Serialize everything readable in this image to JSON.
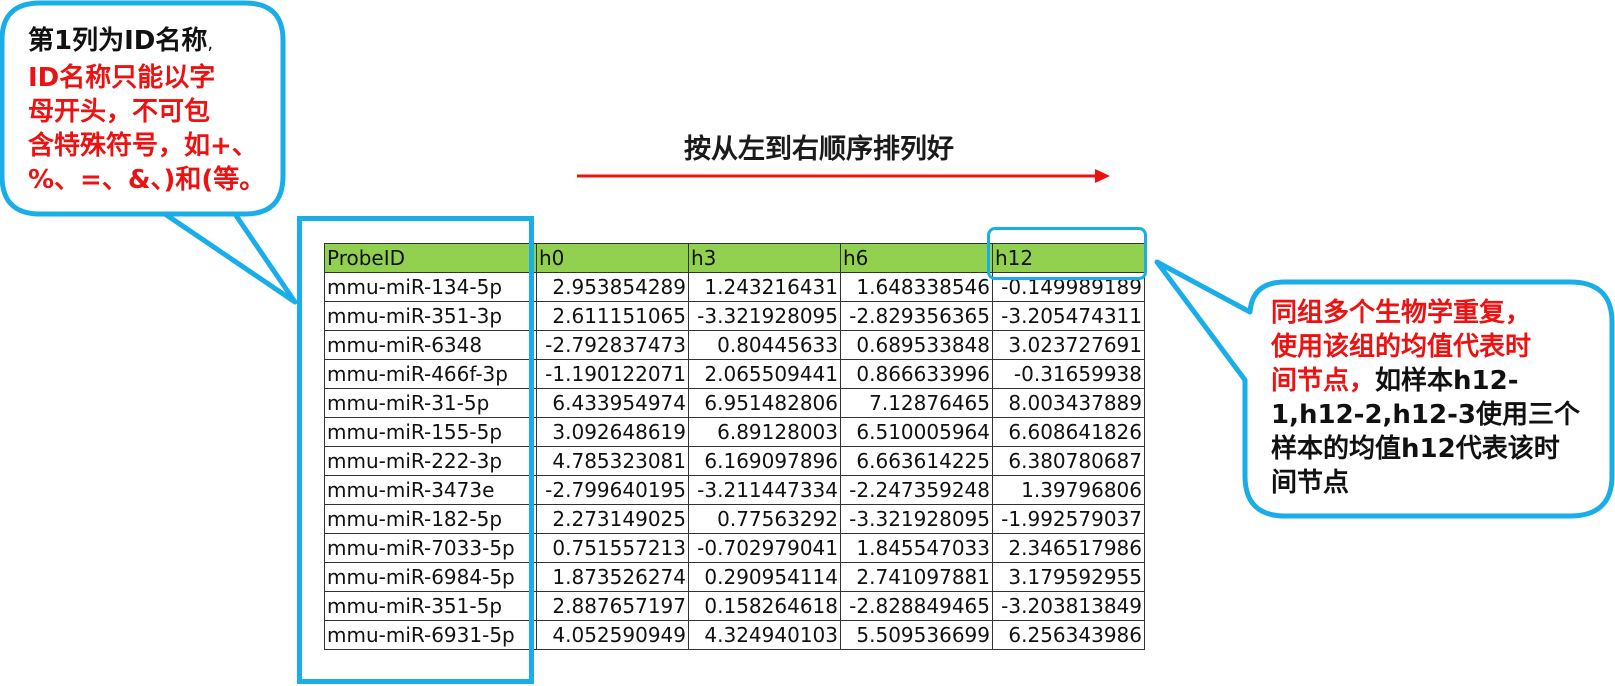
{
  "left_note": {
    "line1_black": "第1列为ID名称",
    "line1_sep": ",",
    "lines_red": [
      "ID名称只能以字",
      "母开头，不可包",
      "含特殊符号，如+、",
      "%、=、&、)和(等。"
    ]
  },
  "arrow_label": "按从左到右顺序排列好",
  "right_note": {
    "lines_red": [
      "同组多个生物学重复，",
      "使用该组的均值代表时"
    ],
    "line3_red": "间节点，",
    "line3_black": "如样本h12-",
    "lines_black": [
      "1,h12-2,h12-3使用三个",
      "样本的均值h12代表该时",
      "间节点"
    ]
  },
  "table": {
    "headers": [
      "ProbeID",
      "h0",
      "h3",
      "h6",
      "h12"
    ],
    "rows": [
      [
        "mmu-miR-134-5p",
        "2.953854289",
        "1.243216431",
        "1.648338546",
        "-0.149989189"
      ],
      [
        "mmu-miR-351-3p",
        "2.611151065",
        "-3.321928095",
        "-2.829356365",
        "-3.205474311"
      ],
      [
        "mmu-miR-6348",
        "-2.792837473",
        "0.80445633",
        "0.689533848",
        "3.023727691"
      ],
      [
        "mmu-miR-466f-3p",
        "-1.190122071",
        "2.065509441",
        "0.866633996",
        "-0.31659938"
      ],
      [
        "mmu-miR-31-5p",
        "6.433954974",
        "6.951482806",
        "7.12876465",
        "8.003437889"
      ],
      [
        "mmu-miR-155-5p",
        "3.092648619",
        "6.89128003",
        "6.510005964",
        "6.608641826"
      ],
      [
        "mmu-miR-222-3p",
        "4.785323081",
        "6.169097896",
        "6.663614225",
        "6.380780687"
      ],
      [
        "mmu-miR-3473e",
        "-2.799640195",
        "-3.211447334",
        "-2.247359248",
        "1.39796806"
      ],
      [
        "mmu-miR-182-5p",
        "2.273149025",
        "0.77563292",
        "-3.321928095",
        "-1.992579037"
      ],
      [
        "mmu-miR-7033-5p",
        "0.751557213",
        "-0.702979041",
        "1.845547033",
        "2.346517986"
      ],
      [
        "mmu-miR-6984-5p",
        "1.873526274",
        "0.290954114",
        "2.741097881",
        "3.179592955"
      ],
      [
        "mmu-miR-351-5p",
        "2.887657197",
        "0.158264618",
        "-2.828849465",
        "-3.203813849"
      ],
      [
        "mmu-miR-6931-5p",
        "4.052590949",
        "4.324940103",
        "5.509536699",
        "6.256343986"
      ]
    ]
  },
  "colors": {
    "callout_border": "#1aaee8",
    "header_fill": "#92d050",
    "arrow": "#ee1111",
    "emphasis_text": "#ee1111"
  }
}
